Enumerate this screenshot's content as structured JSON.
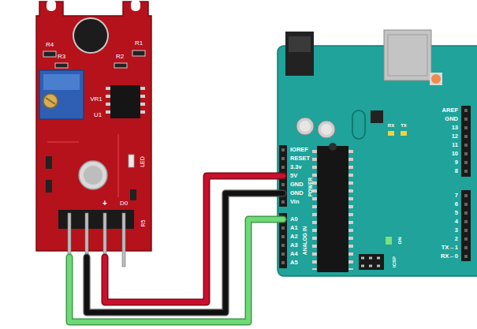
{
  "diagram": {
    "labels": [
      "R4",
      "R1",
      "R3",
      "R2",
      "VR1",
      "U1",
      "LED",
      "R5",
      "+",
      "D0",
      "IOREF",
      "RESET",
      "3.3v",
      "5V",
      "GND",
      "GND",
      "Vin",
      "POWER",
      "A0",
      "A1",
      "A2",
      "A3",
      "A4",
      "A5",
      "ANALOG IN",
      "AREF",
      "GND",
      "13",
      "12",
      "11",
      "10",
      "9",
      "8",
      "7",
      "6",
      "5",
      "4",
      "3",
      "2",
      "TX→1",
      "RX←0",
      "ON",
      "RX",
      "TX",
      "ICSP"
    ]
  }
}
